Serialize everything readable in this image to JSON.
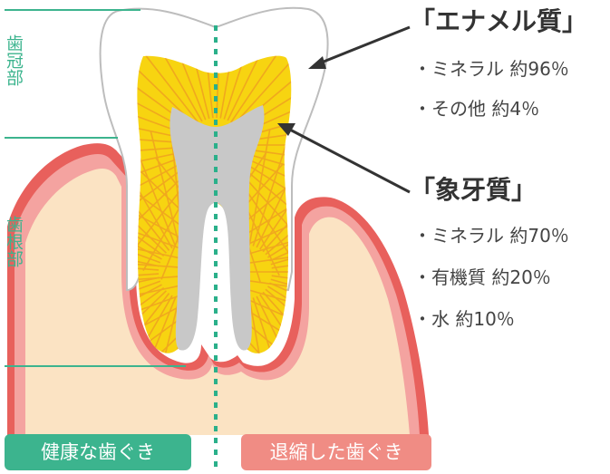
{
  "sections": {
    "crown": "歯冠部",
    "root": "歯根部"
  },
  "enamel": {
    "title": "「エナメル質」",
    "items": [
      "・ミネラル 約96％",
      "・その他 約4％"
    ]
  },
  "dentin": {
    "title": "「象牙質」",
    "items": [
      "・ミネラル 約70％",
      "・有機質 約20％",
      "・水 約10％"
    ]
  },
  "gums": {
    "healthy": "健康な歯ぐき",
    "receded": "退縮した歯ぐき"
  },
  "colors": {
    "enamel": "#ffffff",
    "dentin": "#f7d411",
    "dentin_lines": "#f0a81e",
    "pulp": "#c8c8c8",
    "bone": "#fbe3c3",
    "gum_inner": "#f4a3a0",
    "gum_outer": "#e8605c",
    "accent_green": "#3cb48e",
    "healthy_badge": "#3cb48e",
    "receded_badge": "#f08c84"
  }
}
